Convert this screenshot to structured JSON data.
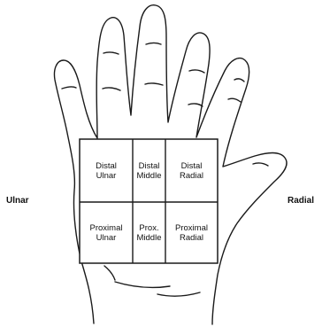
{
  "side_labels": {
    "left": "Ulnar",
    "right": "Radial"
  },
  "grid": {
    "rows": [
      [
        "Distal\nUlnar",
        "Distal\nMiddle",
        "Distal\nRadial"
      ],
      [
        "Proximal\nUlnar",
        "Prox.\nMiddle",
        "Proximal\nRadial"
      ]
    ]
  },
  "colors": {
    "line": "#1a1a1a",
    "background": "#ffffff"
  }
}
